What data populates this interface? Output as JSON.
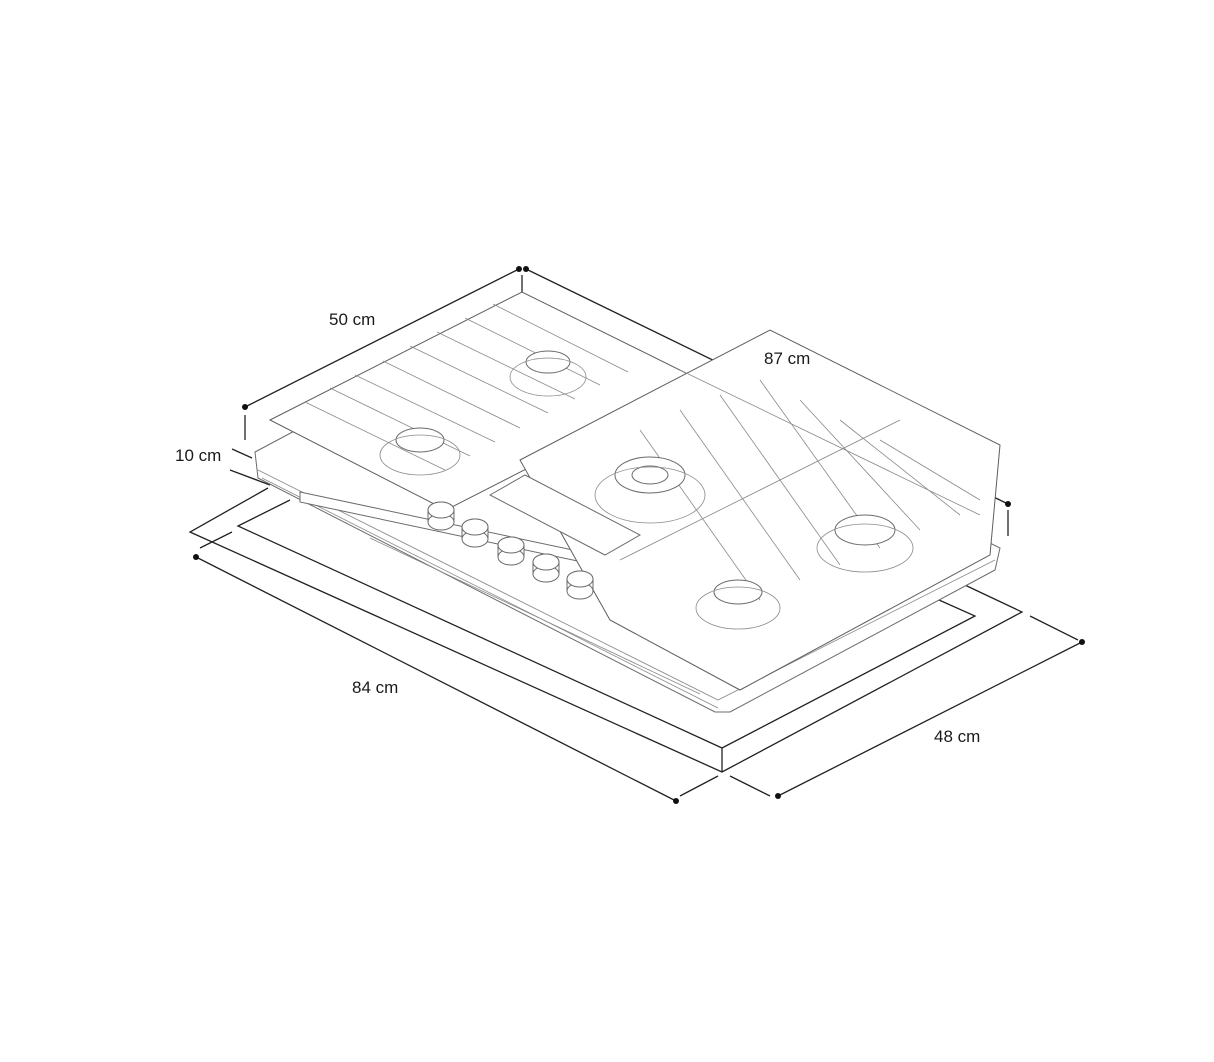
{
  "diagram": {
    "subject": "5-burner gas hob, isometric line drawing",
    "burner_count": 5,
    "knob_count": 5,
    "line_color": "#6b6b6b",
    "dimension_color": "#222222",
    "background": "#ffffff"
  },
  "dimensions": {
    "depth_top": {
      "label": "50 cm",
      "value": 50,
      "unit": "cm"
    },
    "width_top": {
      "label": "87 cm",
      "value": 87,
      "unit": "cm"
    },
    "height": {
      "label": "10 cm",
      "value": 10,
      "unit": "cm"
    },
    "cutout_width": {
      "label": "84 cm",
      "value": 84,
      "unit": "cm"
    },
    "cutout_depth": {
      "label": "48 cm",
      "value": 48,
      "unit": "cm"
    }
  }
}
